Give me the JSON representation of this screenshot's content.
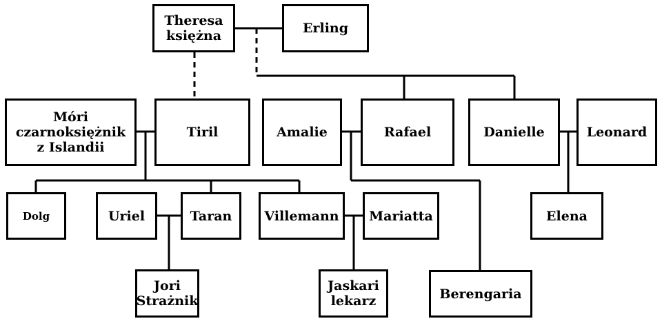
{
  "people": {
    "theresa": "Theresa\nksiężna",
    "erling": "Erling",
    "mori": "Móri\nczarnoksiężnik\nz Islandii",
    "tiril": "Tiril",
    "amalie": "Amalie",
    "rafael": "Rafael",
    "danielle": "Danielle",
    "leonard": "Leonard",
    "dolg": "Dolg",
    "uriel": "Uriel",
    "taran": "Taran",
    "villemann": "Villemann",
    "mariatta": "Mariatta",
    "elena": "Elena",
    "jori": "Jori\nStrażnik",
    "jaskari": "Jaskari\nlekarz",
    "berengaria": "Berengaria"
  }
}
